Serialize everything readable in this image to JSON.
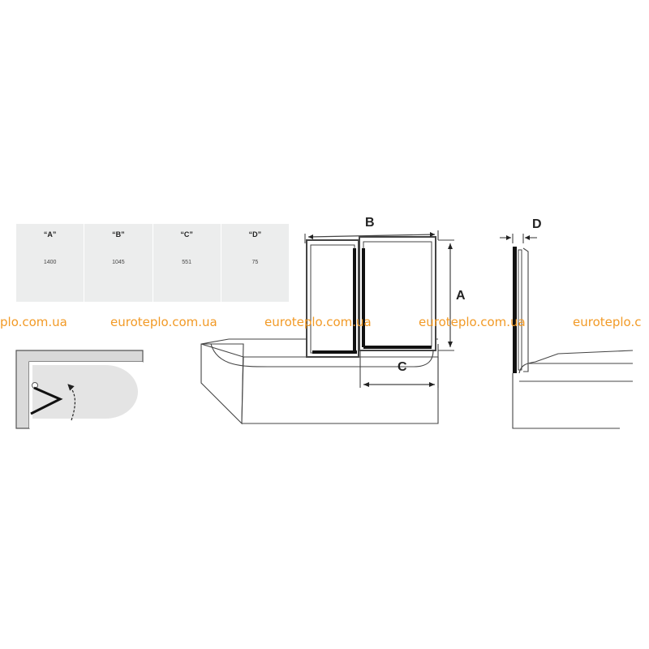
{
  "spec_table": {
    "columns": [
      {
        "header": "“A”",
        "value": "1400"
      },
      {
        "header": "“B”",
        "value": "1045"
      },
      {
        "header": "“C”",
        "value": "551"
      },
      {
        "header": "“D”",
        "value": "75"
      }
    ]
  },
  "watermarks": [
    "plo.com.ua",
    "euroteplo.com.ua",
    "euroteplo.com.ua",
    "euroteplo.com.ua",
    "euroteplo.c"
  ],
  "dimension_labels": {
    "a": "A",
    "b": "B",
    "c": "C",
    "d": "D"
  },
  "colors": {
    "watermark": "#f29a26",
    "table_bg": "#eceded",
    "line": "#3a3a3a"
  }
}
